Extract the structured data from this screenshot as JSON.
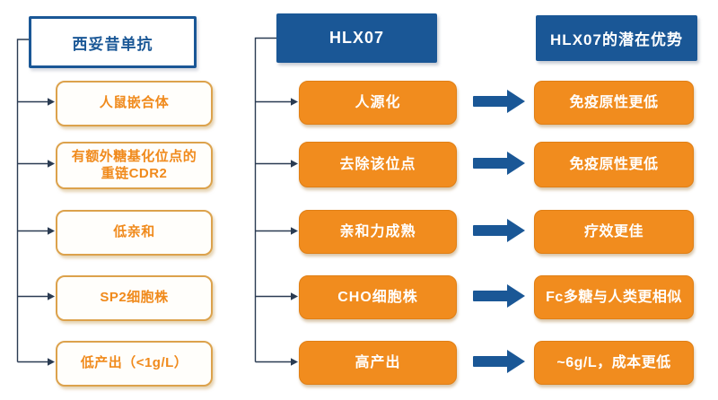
{
  "colors": {
    "blue": "#1A5796",
    "orange": "#F18C1E",
    "orange_border": "#E07F15",
    "left_border": "#DCA24C",
    "left_text": "#F08A1C",
    "line": "#2A3B52"
  },
  "columns": {
    "cetuximab": {
      "header": "西妥昔单抗",
      "items": [
        "人鼠嵌合体",
        "有额外糖基化位点的\n重链CDR2",
        "低亲和",
        "SP2细胞株",
        "低产出（<1g/L）"
      ]
    },
    "hlx07": {
      "header": "HLX07",
      "items": [
        "人源化",
        "去除该位点",
        "亲和力成熟",
        "CHO细胞株",
        "高产出"
      ]
    },
    "advantages": {
      "header": "HLX07的潜在优势",
      "items": [
        "免疫原性更低",
        "免疫原性更低",
        "疗效更佳",
        "Fc多糖与人类更相似",
        "~6g/L，成本更低"
      ]
    }
  }
}
